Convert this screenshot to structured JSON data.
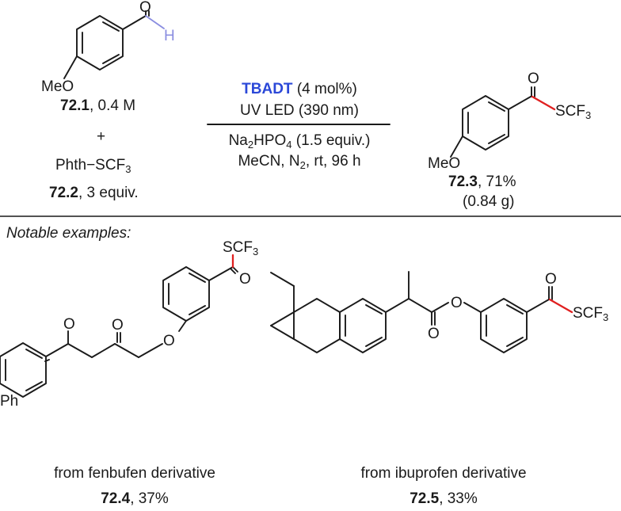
{
  "colors": {
    "ink": "#1a1a1a",
    "highlight_bond": "#e02020",
    "catalyst_blue": "#2b48d8",
    "h_atom": "#8a8de0"
  },
  "atoms": {
    "O": "O",
    "H": "H",
    "MeO": "MeO",
    "SCF": "SCF",
    "three": "3",
    "Ph": "Ph"
  },
  "reaction": {
    "sm1": {
      "id": "72.1",
      "detail": ", 0.4 M"
    },
    "plus": "+",
    "reagent": {
      "text": "Phth−SCF",
      "sub": "3"
    },
    "sm2": {
      "id": "72.2",
      "detail": ", 3 equiv."
    },
    "conditions": {
      "catalyst": "TBADT",
      "catalyst_loading": " (4 mol%)",
      "light": "UV LED (390 nm)",
      "base_a": "Na",
      "base_b": "HPO",
      "base_sub1": "2",
      "base_sub2": "4",
      "base_amount": " (1.5 equiv.)",
      "solvent_a": "MeCN, N",
      "solvent_sub": "2",
      "solvent_b": ", rt, 96 h"
    },
    "product": {
      "id": "72.3",
      "yield": ", 71%",
      "scale": "(0.84 g)"
    }
  },
  "examples": {
    "heading": "Notable examples:",
    "items": [
      {
        "caption": "from fenbufen derivative",
        "id": "72.4",
        "yield": ", 37%"
      },
      {
        "caption": "from ibuprofen derivative",
        "id": "72.5",
        "yield": ", 33%"
      }
    ]
  }
}
